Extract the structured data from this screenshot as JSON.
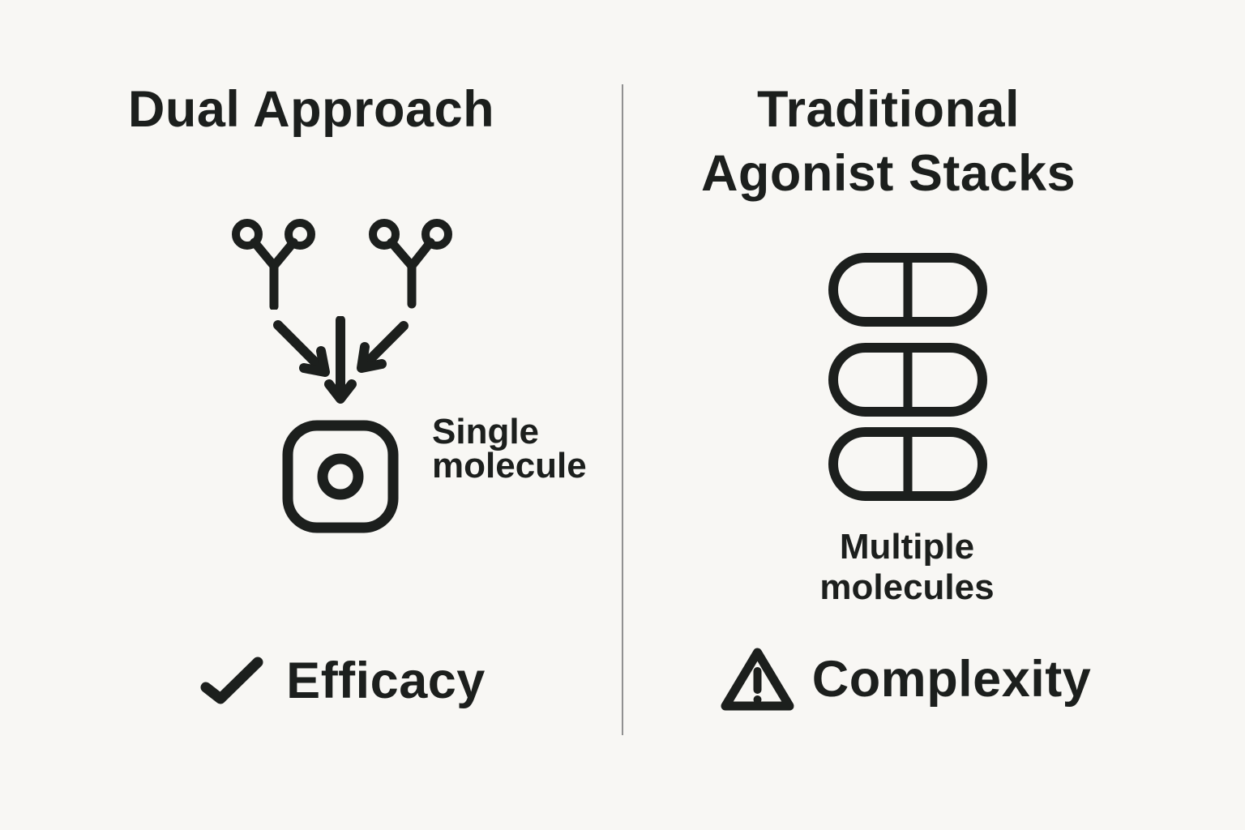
{
  "colors": {
    "background": "#f8f7f4",
    "ink": "#1c1f1d",
    "divider": "#919191"
  },
  "left_panel": {
    "title": "Dual Approach",
    "icons": {
      "receptors": "dual-receptor-y-icon",
      "arrows": "converging-arrows-icon",
      "molecule": "rounded-square-molecule-icon",
      "benefit": "checkmark-icon"
    },
    "molecule_label": {
      "line1": "Single",
      "line2": "molecule"
    },
    "benefit_label": "Efficacy"
  },
  "right_panel": {
    "title": {
      "line1": "Traditional",
      "line2": "Agonist Stacks"
    },
    "icons": {
      "pills": "pill-stack-icon",
      "drawback": "warning-triangle-icon"
    },
    "pill_count": 3,
    "molecule_label": {
      "line1": "Multiple",
      "line2": "molecules"
    },
    "drawback_label": "Complexity"
  }
}
